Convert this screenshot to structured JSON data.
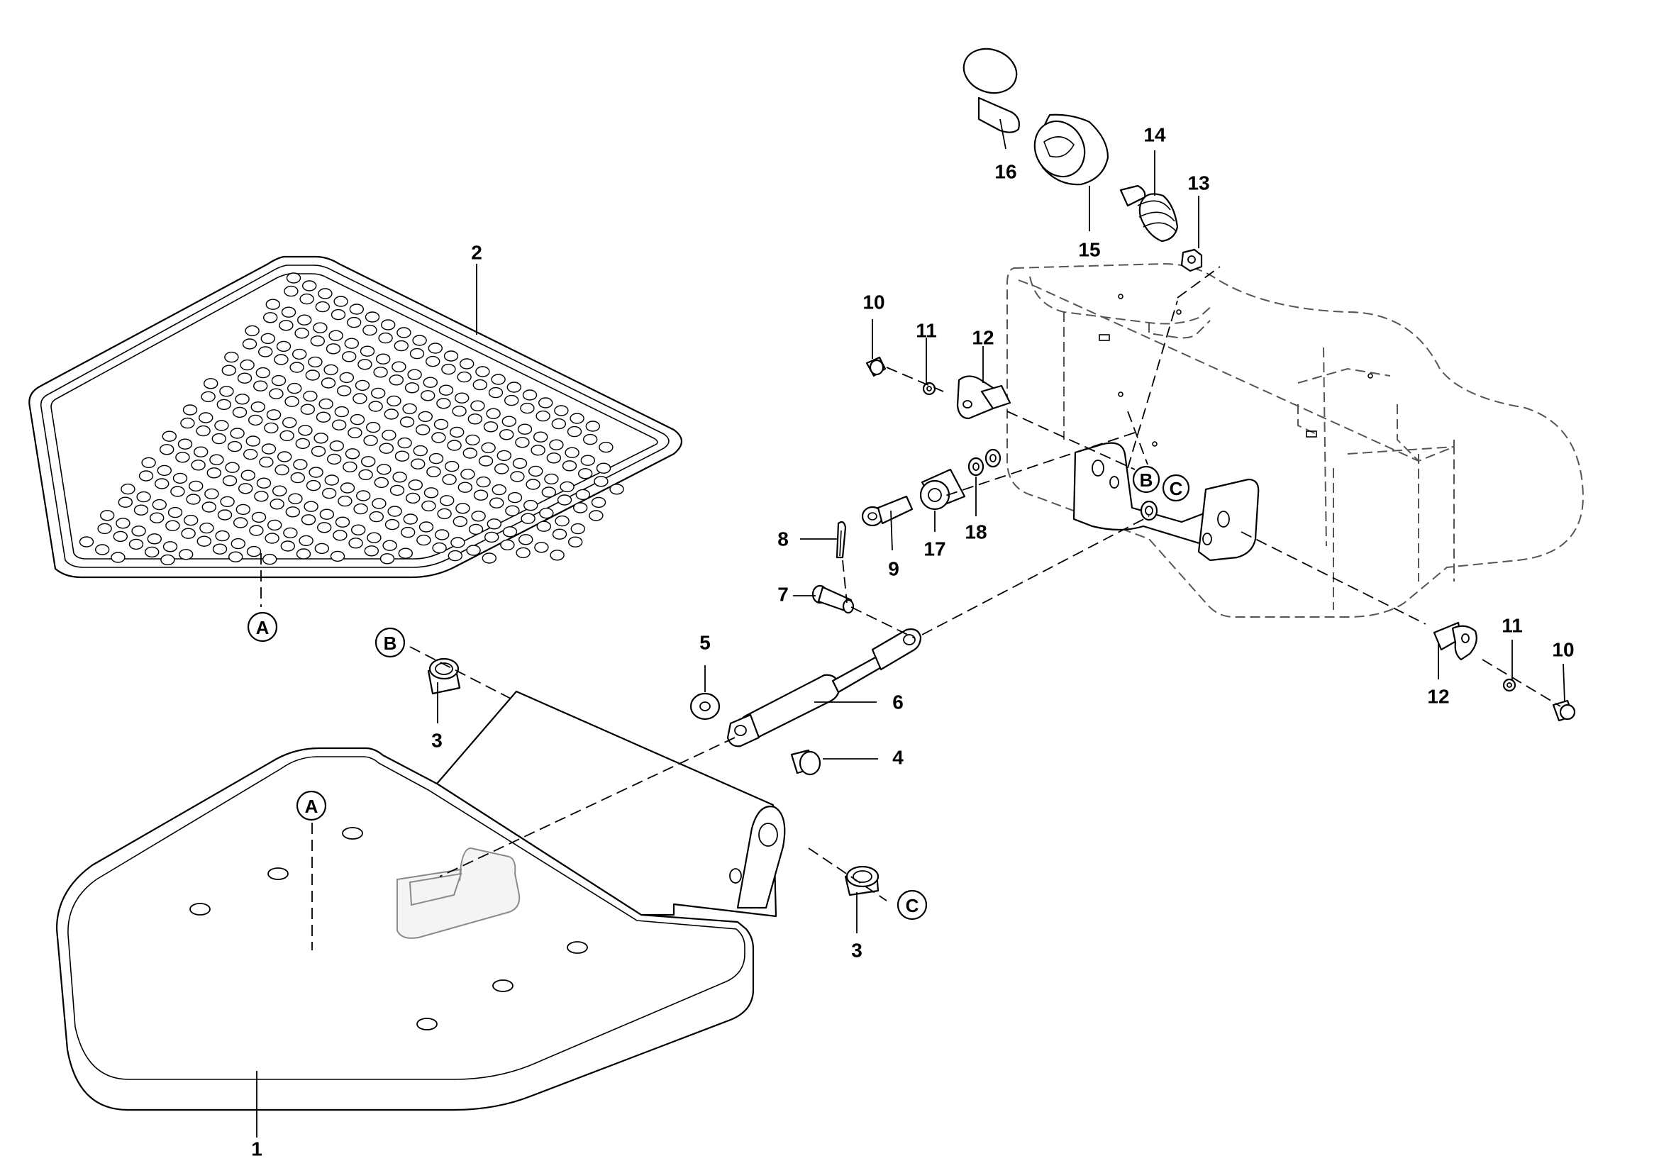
{
  "diagram": {
    "callouts": {
      "p1": "1",
      "p2": "2",
      "p3a": "3",
      "p3b": "3",
      "p4": "4",
      "p5": "5",
      "p6": "6",
      "p7": "7",
      "p8": "8",
      "p9": "9",
      "p10a": "10",
      "p10b": "10",
      "p11a": "11",
      "p11b": "11",
      "p12a": "12",
      "p12b": "12",
      "p13": "13",
      "p14": "14",
      "p15": "15",
      "p16": "16",
      "p17": "17",
      "p18": "18"
    },
    "references": {
      "a_mat": "A",
      "a_plate": "A",
      "b_bushing": "B",
      "b_bracket": "B",
      "c_bushing": "C",
      "c_bracket": "C"
    }
  }
}
